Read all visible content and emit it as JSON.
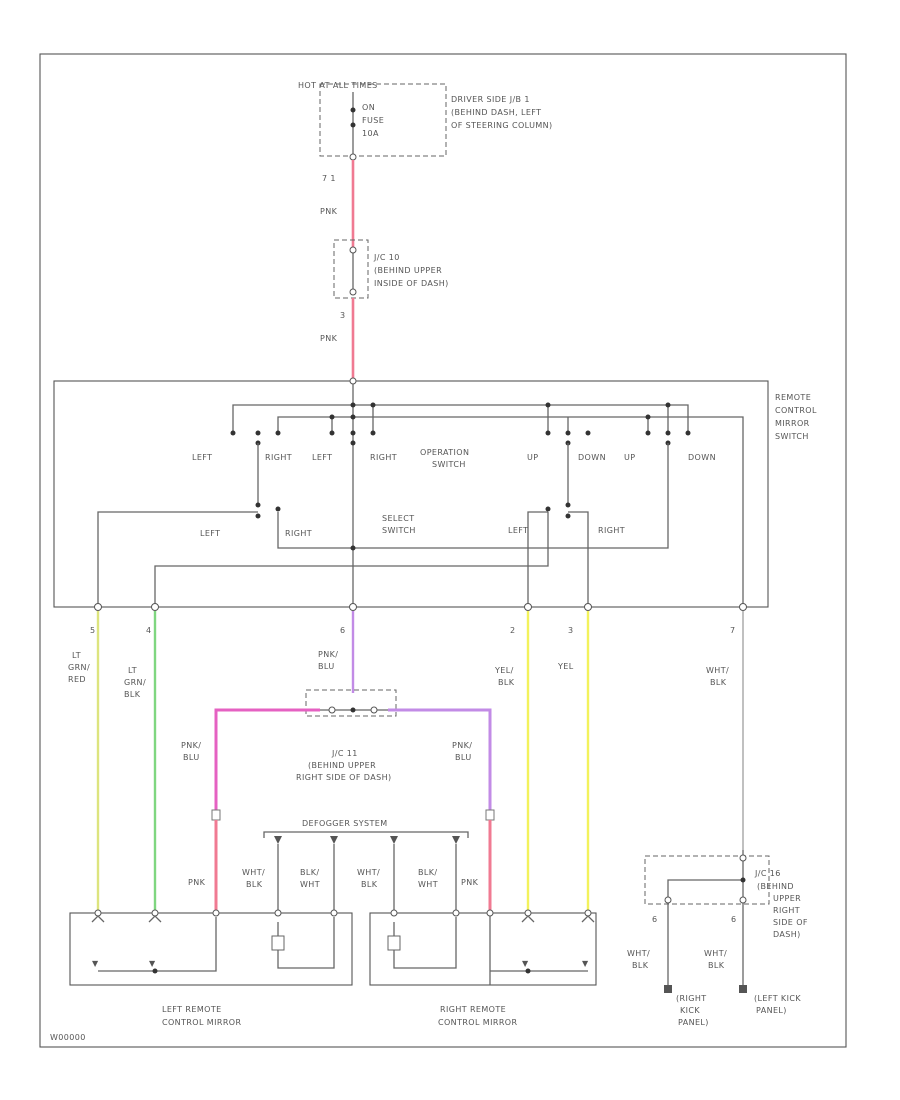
{
  "colors": {
    "pnk": "#f07a92",
    "pnk_blu": "#c28be6",
    "lt_grn_red": "#dde47e",
    "lt_grn_blk": "#7fd680",
    "yel": "#f3f25c",
    "wht_blk": "#b0b0b0",
    "ground": "#555555"
  },
  "fuse": {
    "hot_label": "HOT AT ALL TIMES",
    "line1": "ON",
    "line2": "FUSE",
    "line3": "10A",
    "location": [
      "DRIVER SIDE J/B 1",
      "(BEHIND DASH, LEFT",
      "OF STEERING COLUMN)"
    ],
    "pin": "7 1"
  },
  "wire_labels": {
    "fuse_to_jc": "PNK",
    "jc_to_switch": "PNK",
    "pnk_blu": [
      "PNK/",
      "BLU"
    ],
    "lt_grn_red": [
      "LT",
      "GRN/",
      "RED"
    ],
    "lt_grn_blk": [
      "LT",
      "GRN/",
      "BLK"
    ],
    "yel_blk": [
      "YEL/",
      "BLK"
    ],
    "yel": "YEL",
    "wht_blk": [
      "WHT/",
      "BLK"
    ],
    "pnk_blu_left": [
      "PNK/",
      "BLU"
    ],
    "pnk_blu_right": [
      "PNK/",
      "BLU"
    ],
    "pnk_left": "PNK",
    "pnk_right": "PNK",
    "wht_blk_left": [
      "WHT/",
      "BLK"
    ],
    "blk_wht_left": [
      "BLK/",
      "WHT"
    ],
    "wht_blk_right": [
      "WHT/",
      "BLK"
    ],
    "blk_wht_right": [
      "BLK/",
      "WHT"
    ],
    "ground_wht_blk_1": [
      "WHT/",
      "BLK"
    ],
    "ground_wht_blk_2": [
      "WHT/",
      "BLK"
    ]
  },
  "jc_upper": {
    "lines": [
      "J/C 10",
      "(BEHIND UPPER",
      "INSIDE OF DASH)"
    ],
    "pin": "3"
  },
  "switch": {
    "title": [
      "REMOTE",
      "CONTROL",
      "MIRROR",
      "SWITCH"
    ],
    "operation": [
      "OPERATION",
      "SWITCH"
    ],
    "select": [
      "SELECT",
      "SWITCH"
    ],
    "op_labels": [
      "LEFT",
      "RIGHT",
      "LEFT",
      "RIGHT",
      "UP",
      "DOWN",
      "UP",
      "DOWN"
    ],
    "sel_labels": [
      "LEFT",
      "RIGHT",
      "LEFT",
      "RIGHT"
    ],
    "pins": [
      "5",
      "4",
      "6",
      "2",
      "3",
      "7"
    ]
  },
  "jc_right": {
    "lines": [
      "J/C 11",
      "(BEHIND UPPER",
      "RIGHT SIDE OF DASH)"
    ]
  },
  "defogger": "DEFOGGER SYSTEM",
  "left_mirror": [
    "LEFT REMOTE",
    "CONTROL MIRROR"
  ],
  "right_mirror": [
    "RIGHT REMOTE",
    "CONTROL MIRROR"
  ],
  "ground_jc": {
    "lines": [
      "J/C 16",
      "(BEHIND",
      "UPPER",
      "RIGHT",
      "SIDE OF",
      "DASH)"
    ],
    "pin1": "6",
    "pin2": "6"
  },
  "grounds": {
    "right": [
      "(RIGHT",
      "KICK",
      "PANEL)"
    ],
    "left": [
      "(LEFT KICK",
      "PANEL)"
    ]
  },
  "diagram_id": "W00000"
}
